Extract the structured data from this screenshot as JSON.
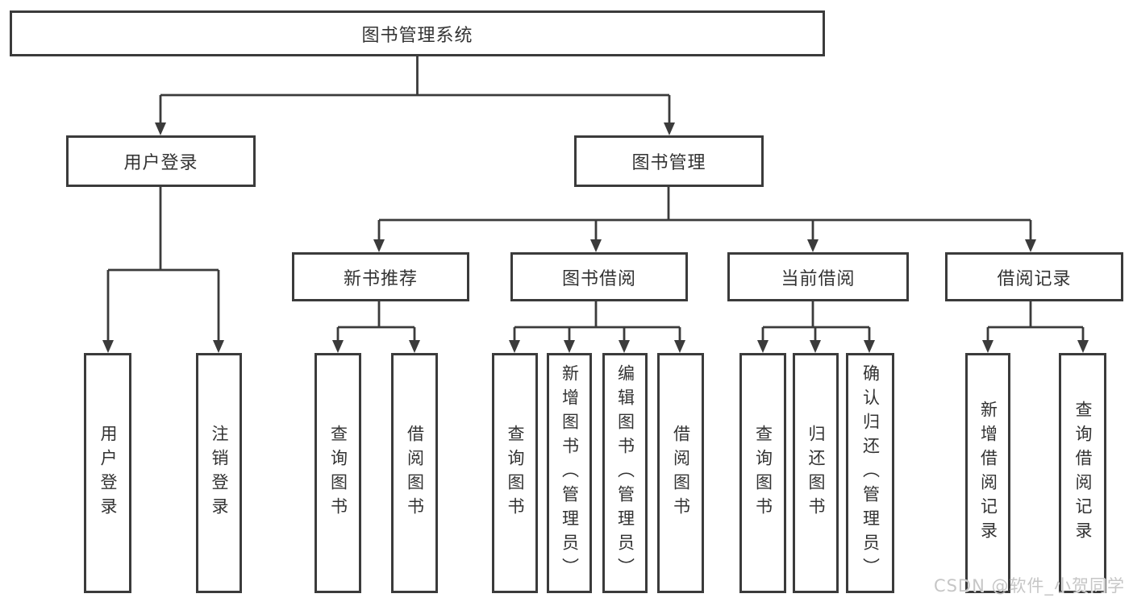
{
  "colors": {
    "background": "#ffffff",
    "line": "#3b3b3b",
    "box_border": "#3b3b3b",
    "text": "#333333",
    "watermark": "#c6c6c6"
  },
  "watermark": {
    "text": "CSDN @软件_小贺同学"
  },
  "diagram": {
    "root": {
      "label": "图书管理系统",
      "children": [
        {
          "label": "用户登录",
          "children": [
            {
              "label": "用户登录"
            },
            {
              "label": "注销登录"
            }
          ]
        },
        {
          "label": "图书管理",
          "children": [
            {
              "label": "新书推荐",
              "children": [
                {
                  "label": "查询图书"
                },
                {
                  "label": "借阅图书"
                }
              ]
            },
            {
              "label": "图书借阅",
              "children": [
                {
                  "label": "查询图书"
                },
                {
                  "label": "新增图书（管理员）"
                },
                {
                  "label": "编辑图书（管理员）"
                },
                {
                  "label": "借阅图书"
                }
              ]
            },
            {
              "label": "当前借阅",
              "children": [
                {
                  "label": "查询图书"
                },
                {
                  "label": "归还图书"
                },
                {
                  "label": "确认归还（管理员）"
                }
              ]
            },
            {
              "label": "借阅记录",
              "children": [
                {
                  "label": "新增借阅记录"
                },
                {
                  "label": "查询借阅记录"
                }
              ]
            }
          ]
        }
      ]
    }
  }
}
